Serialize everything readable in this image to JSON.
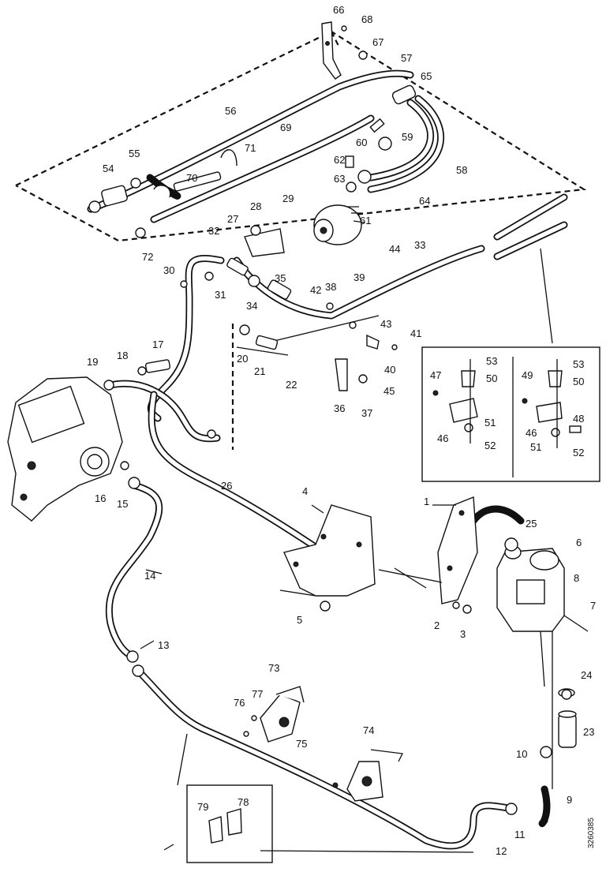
{
  "diagram": {
    "drawing_code": "3260385",
    "labels": [
      "1",
      "2",
      "3",
      "4",
      "5",
      "6",
      "7",
      "8",
      "9",
      "10",
      "11",
      "12",
      "13",
      "14",
      "15",
      "16",
      "17",
      "18",
      "19",
      "20",
      "21",
      "22",
      "23",
      "24",
      "25",
      "26",
      "27",
      "28",
      "29",
      "30",
      "31",
      "32",
      "33",
      "34",
      "35",
      "36",
      "37",
      "38",
      "39",
      "40",
      "41",
      "42",
      "43",
      "44",
      "45",
      "46",
      "47",
      "48",
      "49",
      "50",
      "51",
      "52",
      "53",
      "54",
      "55",
      "56",
      "57",
      "58",
      "59",
      "60",
      "61",
      "62",
      "63",
      "64",
      "65",
      "66",
      "67",
      "68",
      "69",
      "70",
      "71",
      "72",
      "73",
      "74",
      "75",
      "76",
      "77",
      "78",
      "79"
    ],
    "detail_inset_a": {
      "labels": [
        "53",
        "47",
        "50",
        "46",
        "51",
        "52"
      ]
    },
    "detail_inset_b": {
      "labels": [
        "53",
        "49",
        "50",
        "48",
        "46",
        "51",
        "52"
      ]
    },
    "detail_inset_c": {
      "labels": [
        "79",
        "78"
      ]
    }
  }
}
